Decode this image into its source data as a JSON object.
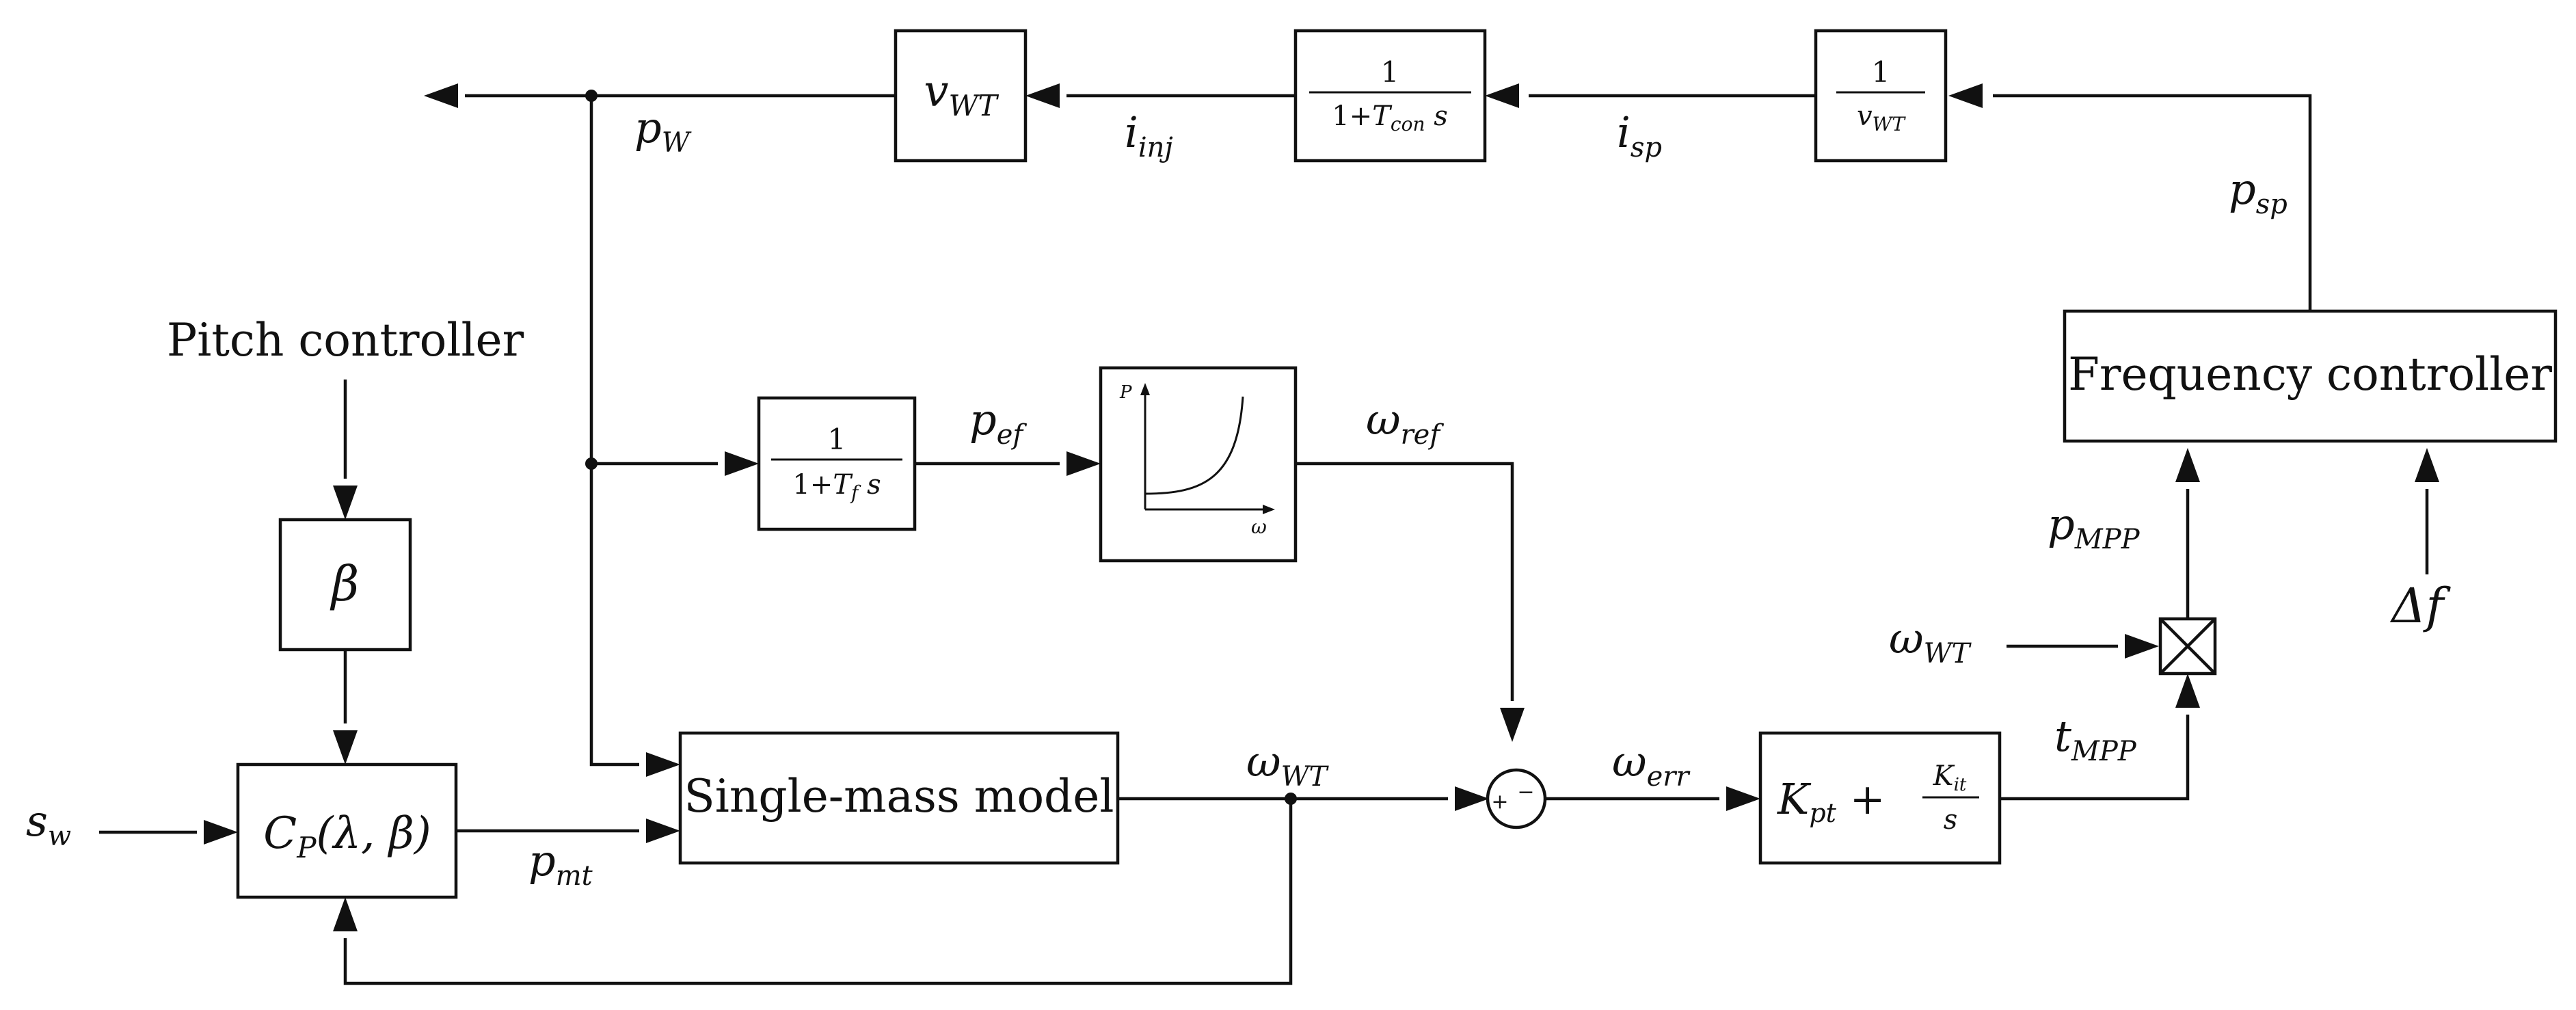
{
  "blocks": {
    "v_gain": {
      "sym": "v",
      "sub": "WT"
    },
    "conv_tf": {
      "num": "1",
      "den_prefix": "1+",
      "den_var": "T",
      "den_sub": "con",
      "den_suffix": " s"
    },
    "inv_v": {
      "num": "1",
      "den_var": "v",
      "den_sub": "WT"
    },
    "freq_ctrl": "Frequency controller",
    "pitch_ctrl": "Pitch controller",
    "beta": "β",
    "cp": "C",
    "cp_sub": "P",
    "cp_args": "(λ, β)",
    "filter_tf": {
      "num": "1",
      "den_prefix": "1+",
      "den_var": "T",
      "den_sub": "f",
      "den_suffix": " s"
    },
    "curve": {
      "y_axis": "P",
      "x_axis": "ω"
    },
    "single_mass": "Single-mass model",
    "pi": {
      "k": "K",
      "k_sub": "pt",
      "plus": " + ",
      "ki": "K",
      "ki_sub": "it",
      "s": "s"
    },
    "sum_sign": "+",
    "sum_minus": "−"
  },
  "signals": {
    "p_w": {
      "sym": "p",
      "sub": "W"
    },
    "i_inj": {
      "sym": "i",
      "sub": "inj"
    },
    "i_sp": {
      "sym": "i",
      "sub": "sp"
    },
    "p_sp": {
      "sym": "p",
      "sub": "sp"
    },
    "p_ef": {
      "sym": "p",
      "sub": "ef"
    },
    "omega_ref": {
      "sym": "ω",
      "sub": "ref"
    },
    "p_mpp": {
      "sym": "p",
      "sub": "MPP"
    },
    "omega_wt_in": {
      "sym": "ω",
      "sub": "WT"
    },
    "delta_f": {
      "sym": "Δf"
    },
    "omega_wt": {
      "sym": "ω",
      "sub": "WT"
    },
    "omega_err": {
      "sym": "ω",
      "sub": "err"
    },
    "t_mpp": {
      "sym": "t",
      "sub": "MPP"
    },
    "s_w": {
      "sym": "s",
      "sub": "w"
    },
    "p_mt": {
      "sym": "p",
      "sub": "mt"
    }
  }
}
